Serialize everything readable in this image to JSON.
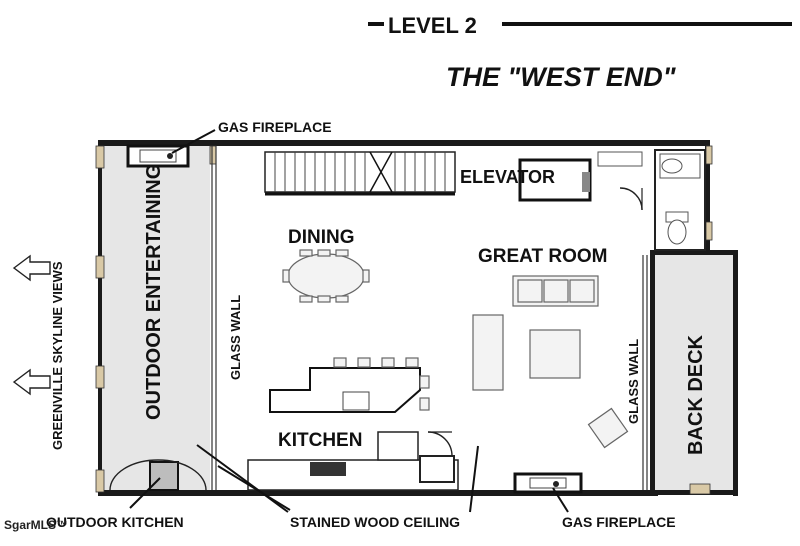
{
  "header": {
    "level": "LEVEL 2",
    "subtitle": "THE \"WEST END\""
  },
  "rooms": {
    "outdoor": "OUTDOOR ENTERTAINING",
    "dining": "DINING",
    "great_room": "GREAT ROOM",
    "kitchen": "KITCHEN",
    "elevator": "ELEVATOR",
    "back_deck": "BACK DECK"
  },
  "annotations": {
    "gas_fireplace_top": "GAS FIREPLACE",
    "gas_fireplace_bottom": "GAS FIREPLACE",
    "glass_wall_left": "GLASS WALL",
    "glass_wall_right": "GLASS WALL",
    "skyline_views": "GREENVILLE SKYLINE VIEWS",
    "outdoor_kitchen": "OUTDOOR KITCHEN",
    "stained_wood_ceiling": "STAINED WOOD CEILING"
  },
  "watermark": "SgarMLS™"
}
